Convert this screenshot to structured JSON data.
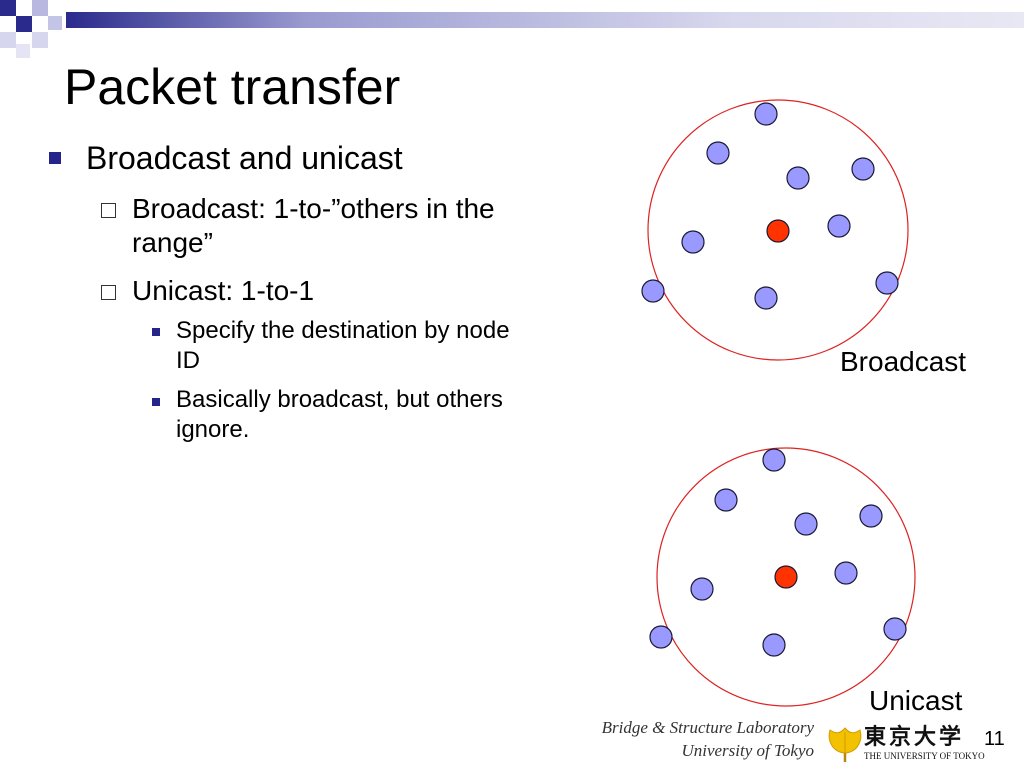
{
  "slide": {
    "title": "Packet transfer",
    "bullets": {
      "level1": "Broadcast and unicast",
      "broadcast": "Broadcast: 1-to-”others in the range”",
      "unicast": "Unicast: 1-to-1",
      "specify": "Specify the destination by node ID",
      "basically": "Basically broadcast, but others ignore."
    },
    "diagrams": {
      "broadcast_label": "Broadcast",
      "unicast_label": "Unicast"
    },
    "footer": {
      "lab_line1": "Bridge & Structure Laboratory",
      "lab_line2": "University of Tokyo",
      "logo_jp": "東京大学",
      "logo_en": "THE UNIVERSITY OF TOKYO",
      "page_number": "11"
    }
  },
  "colors": {
    "sender_node": "#ff3300",
    "other_node": "#9999ff",
    "range_circle": "#dd2222",
    "accent": "#24248a"
  },
  "icons": {
    "bullet_level1": "filled-square-icon",
    "bullet_level2": "hollow-square-icon",
    "bullet_level3": "small-filled-square-icon",
    "logo": "ginkgo-leaf-icon"
  }
}
